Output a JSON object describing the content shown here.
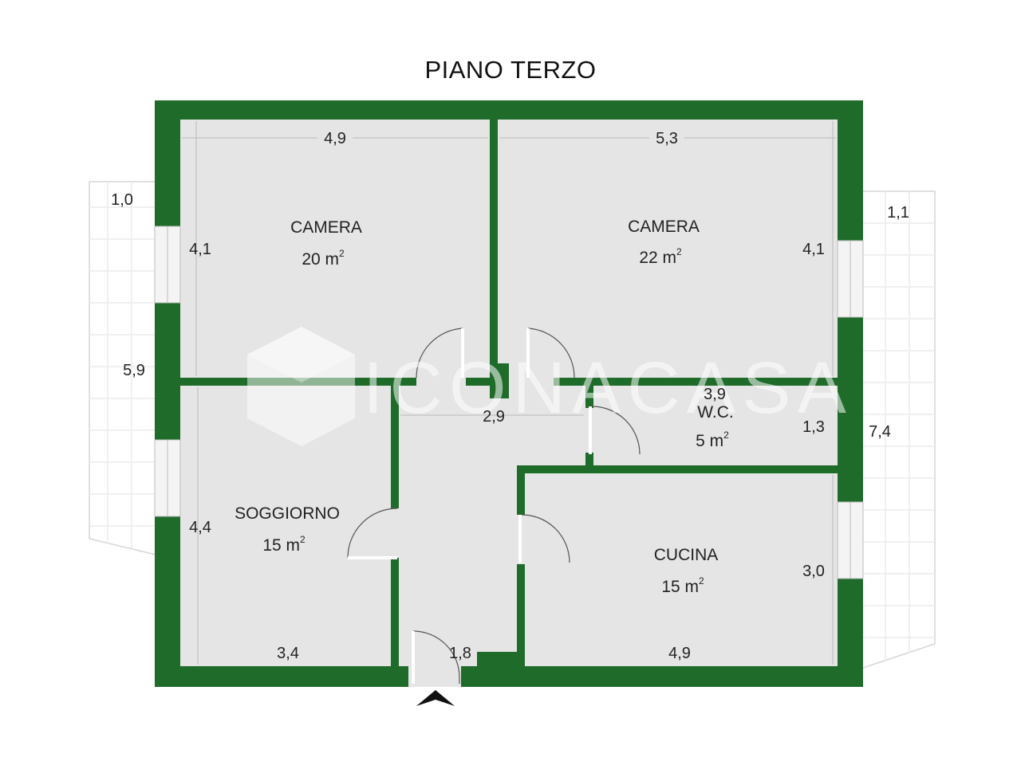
{
  "title": "PIANO TERZO",
  "colors": {
    "wall": "#1e6b2a",
    "floor": "#e5e5e5",
    "balcony_line": "#d6d6d6"
  },
  "watermark": "ICONACASA",
  "rooms": {
    "camera_left": {
      "name": "CAMERA",
      "area": "20 m",
      "unit_sup": "2"
    },
    "camera_right": {
      "name": "CAMERA",
      "area": "22 m",
      "unit_sup": "2"
    },
    "wc": {
      "name": "W.C.",
      "area": "5 m",
      "unit_sup": "2"
    },
    "soggiorno": {
      "name": "SOGGIORNO",
      "area": "15 m",
      "unit_sup": "2"
    },
    "cucina": {
      "name": "CUCINA",
      "area": "15 m",
      "unit_sup": "2"
    }
  },
  "dimensions": {
    "camera_left_width": "4,9",
    "camera_right_width": "5,3",
    "camera_left_depth": "4,1",
    "camera_right_depth": "4,1",
    "balcony_left_depth": "1,0",
    "balcony_left_length": "5,9",
    "balcony_right_depth": "1,1",
    "balcony_right_length": "7,4",
    "wc_width": "3,9",
    "wc_depth": "1,3",
    "hall_width": "2,9",
    "soggiorno_depth": "4,4",
    "soggiorno_width": "3,4",
    "entrance_width": "1,8",
    "cucina_width": "4,9",
    "cucina_depth": "3,0"
  },
  "entrance_icon": "entrance-arrow-icon"
}
